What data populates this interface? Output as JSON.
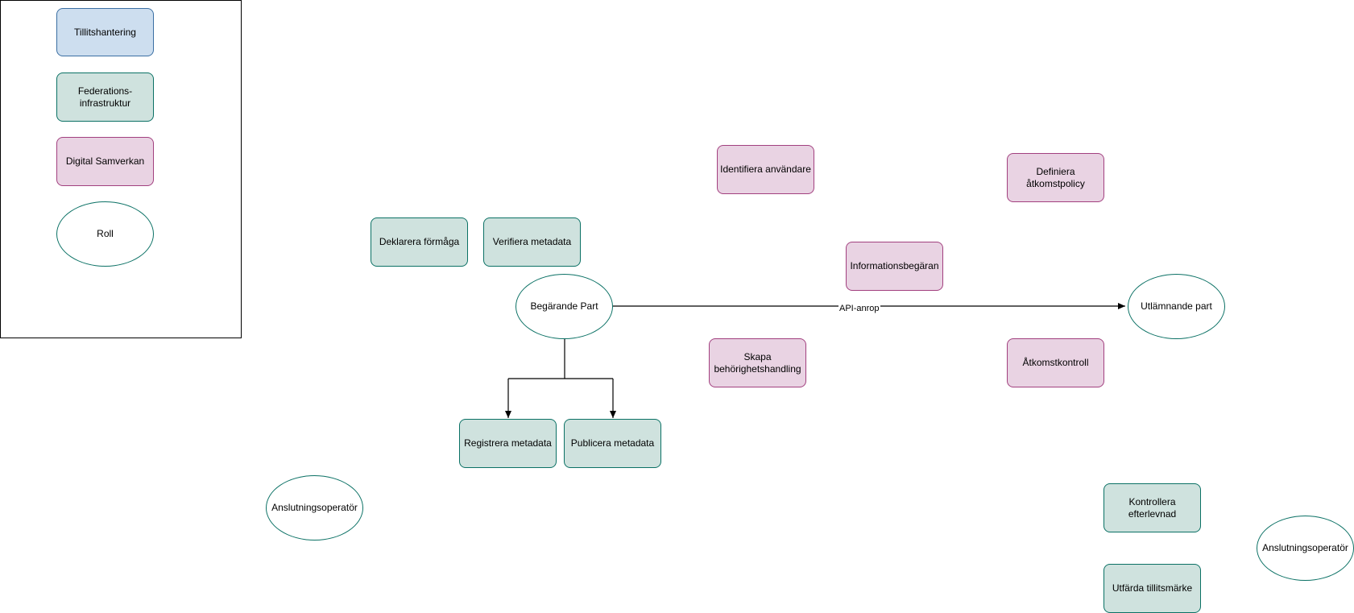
{
  "legend": {
    "trust": "Tillitshantering",
    "federation": "Federations-\ninfrastruktur",
    "digital": "Digital Samverkan",
    "role": "Roll"
  },
  "nodes": {
    "deklarera": "Deklarera förmåga",
    "verifiera": "Verifiera metadata",
    "begarande": "Begärande Part",
    "registrera": "Registrera metadata",
    "publicera": "Publicera metadata",
    "anslutning_left": "Anslutningsoperatör",
    "identifiera": "Identifiera användare",
    "informationsbegaran": "Informationsbegäran",
    "skapa": "Skapa\nbehörighetshandling",
    "definiera": "Definiera\nåtkomstpolicy",
    "atkomstkontroll": "Åtkomstkontroll",
    "utlamnande": "Utlämnande part",
    "kontrollera": "Kontrollera\nefterlevnad",
    "utfarda": "Utfärda tillitsmärke",
    "anslutning_right": "Anslutningsoperatör"
  },
  "edges": {
    "api_label": "API-anrop"
  },
  "colors": {
    "trust_fill": "#cddeef",
    "federation_fill": "#cfe2de",
    "digital_fill": "#e9d3e3",
    "role_stroke": "#0b7165"
  }
}
